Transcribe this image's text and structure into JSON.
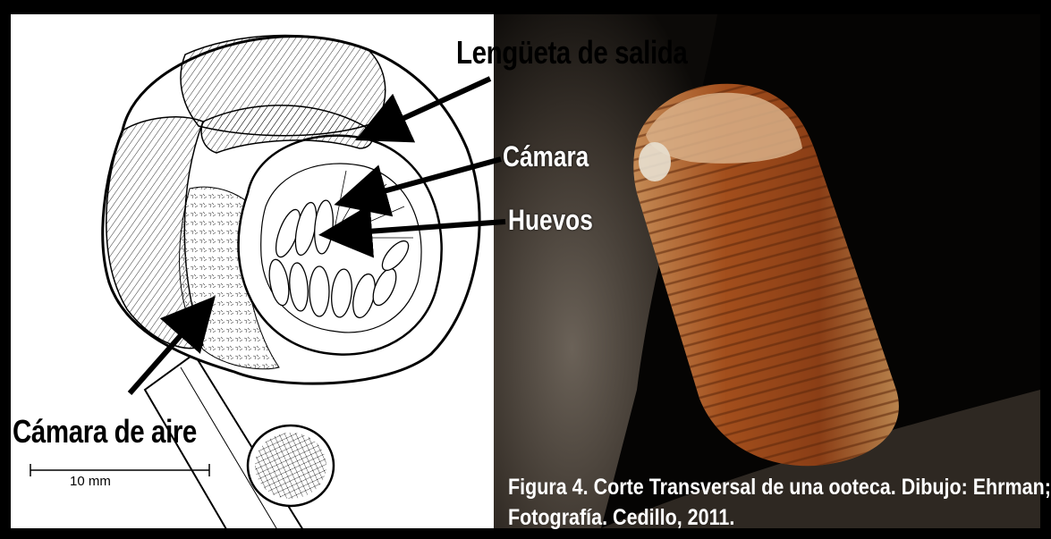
{
  "labels": {
    "exit_tab": "Lengüeta de salida",
    "chamber": "Cámara",
    "eggs": "Huevos",
    "air_chamber": "Cámara de aire"
  },
  "scale_bar": {
    "text": "10 mm"
  },
  "caption": {
    "line1": "Figura 4. Corte Transversal de una ooteca. Dibujo: Ehrman;",
    "line2": "Fotografía. Cedillo, 2011."
  },
  "colors": {
    "frame": "#000000",
    "drawing_bg": "#ffffff",
    "photo_bg": "#1a1410",
    "ootheca": "#a6521f",
    "arrow": "#000000"
  }
}
